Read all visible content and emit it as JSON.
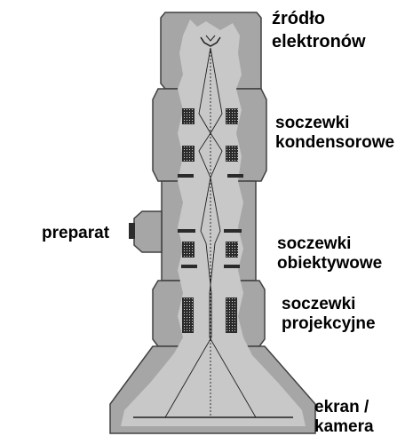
{
  "labels": {
    "source": {
      "line1": "źródło",
      "line2": "elektronów"
    },
    "condenser": {
      "line1": "soczewki",
      "line2": "kondensorowe"
    },
    "specimen": "preparat",
    "objective": {
      "line1": "soczewki",
      "line2": "obiektywowe"
    },
    "projector": {
      "line1": "soczewki",
      "line2": "projekcyjne"
    },
    "screen": {
      "line1": "ekran /",
      "line2": "kamera"
    }
  },
  "colors": {
    "column_body": "#a6a6a6",
    "beam_region": "#c8c8c8",
    "outline": "#404040",
    "lens_coil": "#2b2b2b",
    "ray": "#202020"
  }
}
